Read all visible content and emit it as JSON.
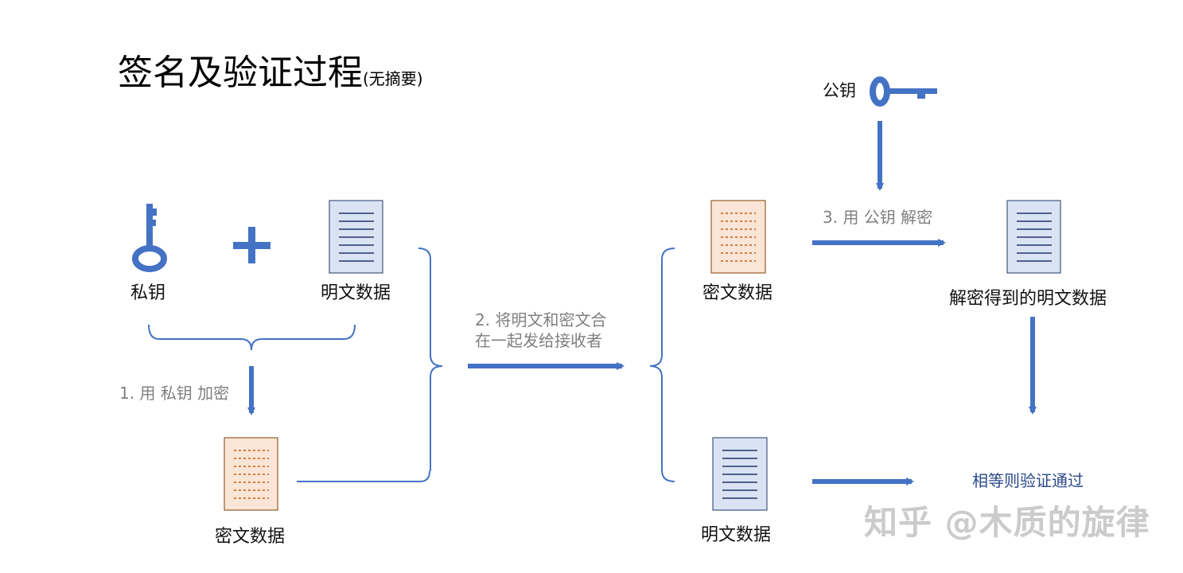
{
  "title": {
    "main": "签名及验证过程",
    "sub": "(无摘要)"
  },
  "labels": {
    "private_key": "私钥",
    "plaintext_left": "明文数据",
    "ciphertext_left": "密文数据",
    "public_key": "公钥",
    "ciphertext_right": "密文数据",
    "plaintext_right": "明文数据",
    "decrypted": "解密得到的明文数据",
    "result": "相等则验证通过"
  },
  "steps": {
    "step1": "1. 用 私钥 加密",
    "step2_line1": "2. 将明文和密文合",
    "step2_line2": "在一起发给接收者",
    "step3": "3. 用 公钥 解密"
  },
  "watermark": "知乎 @木质的旋律",
  "colors": {
    "accent": "#4472c4",
    "plain_doc_fill": "#dae3f3",
    "cipher_doc_fill": "#fbe5d6",
    "cipher_line": "#c55a11",
    "step_text": "#7f7f7f",
    "result_text": "#2a4a8a"
  },
  "icons": [
    "key-icon",
    "plus-icon",
    "document-icon",
    "brace-icon",
    "arrow-icon"
  ]
}
